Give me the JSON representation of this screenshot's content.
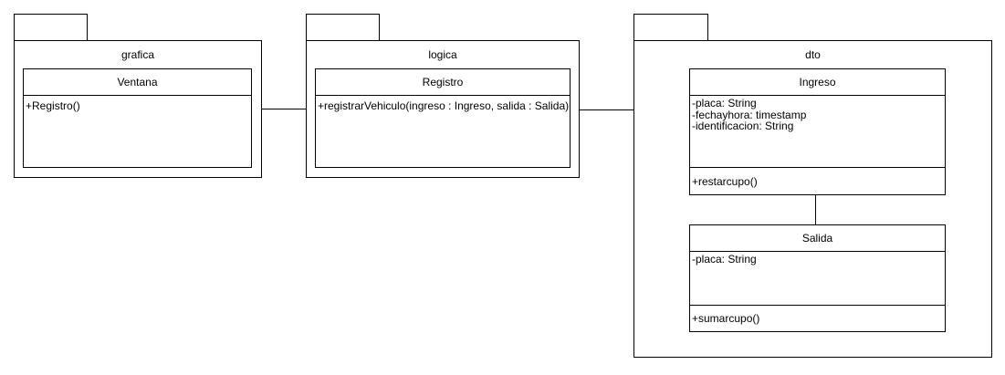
{
  "diagram_type": "uml-package-class-diagram",
  "colors": {
    "stroke": "#000000",
    "fill": "#ffffff",
    "text": "#000000",
    "background": "#ffffff"
  },
  "packages": [
    {
      "name": "grafica",
      "classes": [
        {
          "name": "Ventana",
          "attributes": [],
          "methods": [
            "+Registro()"
          ]
        }
      ]
    },
    {
      "name": "logica",
      "classes": [
        {
          "name": "Registro",
          "attributes": [],
          "methods": [
            "+registrarVehiculo(ingreso : Ingreso, salida : Salida)"
          ]
        }
      ]
    },
    {
      "name": "dto",
      "classes": [
        {
          "name": "Ingreso",
          "attributes": [
            "-placa: String",
            "-fechayhora: timestamp",
            "-identificacion: String"
          ],
          "methods": [
            "+restarcupo()"
          ]
        },
        {
          "name": "Salida",
          "attributes": [
            "-placa: String"
          ],
          "methods": [
            "+sumarcupo()"
          ]
        }
      ]
    }
  ],
  "connections": [
    {
      "from": "grafica",
      "to": "logica",
      "style": "plain-line"
    },
    {
      "from": "logica",
      "to": "dto",
      "style": "plain-line"
    },
    {
      "from": "Ingreso",
      "to": "Salida",
      "style": "plain-line"
    }
  ]
}
